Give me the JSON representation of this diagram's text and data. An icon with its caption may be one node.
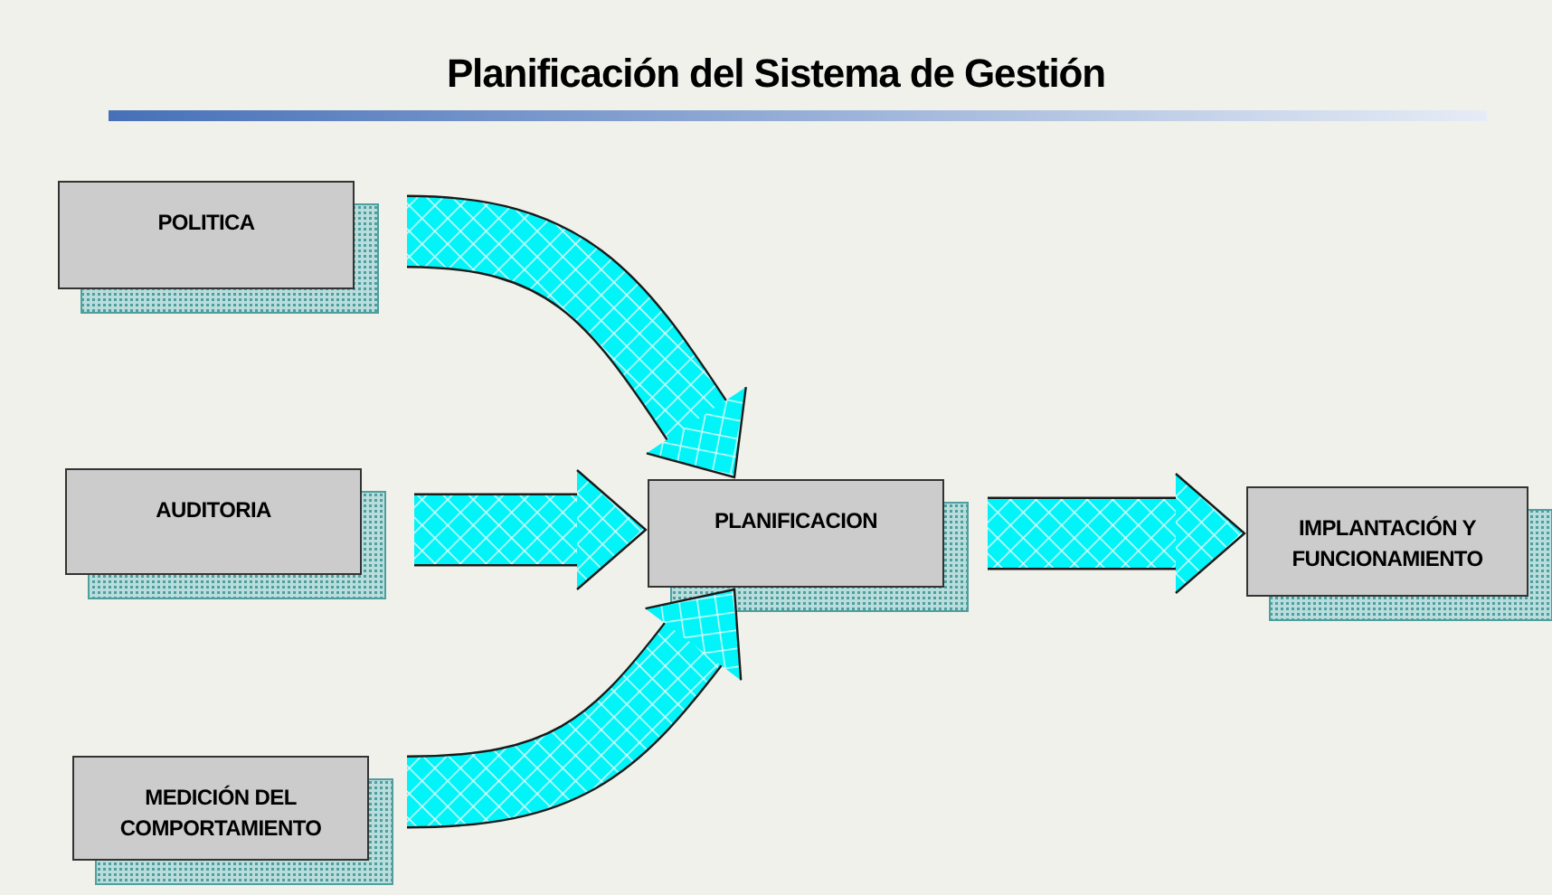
{
  "diagram": {
    "title": "Planificación del Sistema de Gestión",
    "nodes": [
      {
        "text": [
          "POLITICA"
        ]
      },
      {
        "text": [
          "AUDITORIA"
        ]
      },
      {
        "text": [
          "MEDICIÓN DEL COMPORTAMIENTO"
        ]
      },
      {
        "text": [
          "PLANIFICACION"
        ]
      },
      {
        "text": [
          "IMPLANTACIÓN Y FUNCIONAMIENTO"
        ]
      }
    ],
    "edges": [
      {
        "from": 0,
        "to": 3,
        "arrow": "to"
      },
      {
        "from": 1,
        "to": 3,
        "arrow": "to"
      },
      {
        "from": 2,
        "to": 3,
        "arrow": "to"
      },
      {
        "from": 3,
        "to": 4,
        "arrow": "to"
      }
    ]
  }
}
